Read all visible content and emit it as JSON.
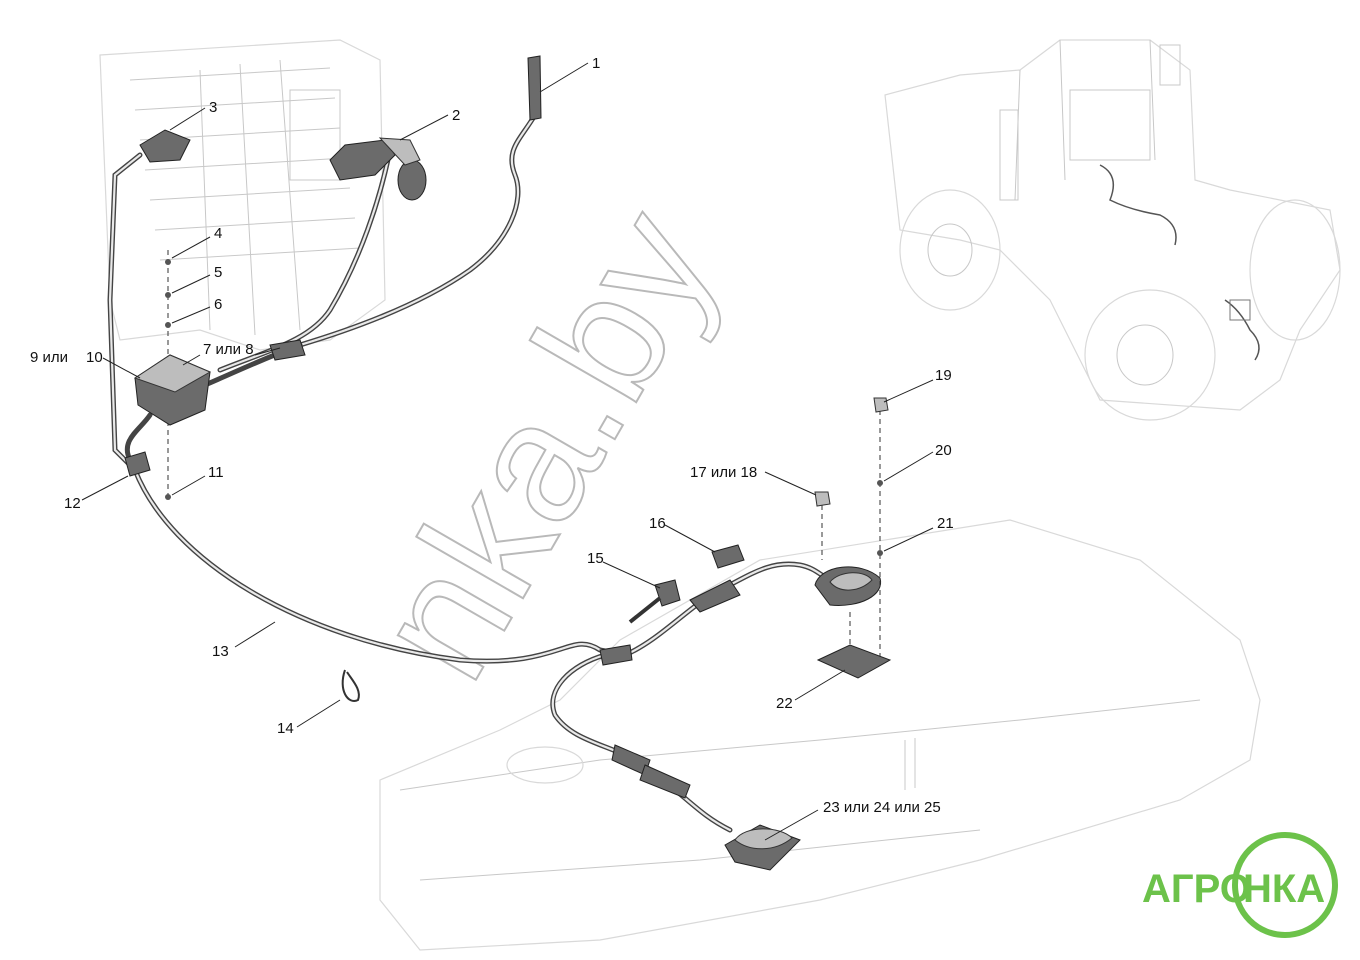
{
  "callouts": [
    {
      "id": "c1",
      "text": "1"
    },
    {
      "id": "c2",
      "text": "2"
    },
    {
      "id": "c3",
      "text": "3"
    },
    {
      "id": "c4",
      "text": "4"
    },
    {
      "id": "c5",
      "text": "5"
    },
    {
      "id": "c6",
      "text": "6"
    },
    {
      "id": "c7",
      "text": "7 или  8"
    },
    {
      "id": "c9",
      "text": "9  или"
    },
    {
      "id": "c10",
      "text": "10"
    },
    {
      "id": "c11",
      "text": "11"
    },
    {
      "id": "c12",
      "text": "12"
    },
    {
      "id": "c13",
      "text": "13"
    },
    {
      "id": "c14",
      "text": "14"
    },
    {
      "id": "c15",
      "text": "15"
    },
    {
      "id": "c16",
      "text": "16"
    },
    {
      "id": "c17",
      "text": "17 или 18"
    },
    {
      "id": "c19",
      "text": "19"
    },
    {
      "id": "c20",
      "text": "20"
    },
    {
      "id": "c21",
      "text": "21"
    },
    {
      "id": "c22",
      "text": "22"
    },
    {
      "id": "c23",
      "text": "23  или 24 или 25"
    }
  ],
  "watermark": "nka.by",
  "brand": {
    "text_left": "АГРО",
    "text_right": "НКА",
    "color_green": "#6cc24a"
  },
  "colors": {
    "line": "#222222",
    "faint_background": "#d9d9d9"
  }
}
